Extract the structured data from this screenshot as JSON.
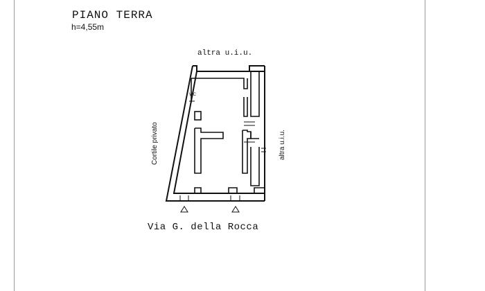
{
  "plan": {
    "title": "PIANO TERRA",
    "height_label": "h=4,55m",
    "labels": {
      "north": "altra u.i.u.",
      "west": "Cortile privato",
      "east": "altra u.i.u.",
      "wc": "WC",
      "street": "Via G. della Rocca"
    },
    "icons": [
      "entrance-triangle-icon",
      "entrance-triangle-icon"
    ]
  }
}
